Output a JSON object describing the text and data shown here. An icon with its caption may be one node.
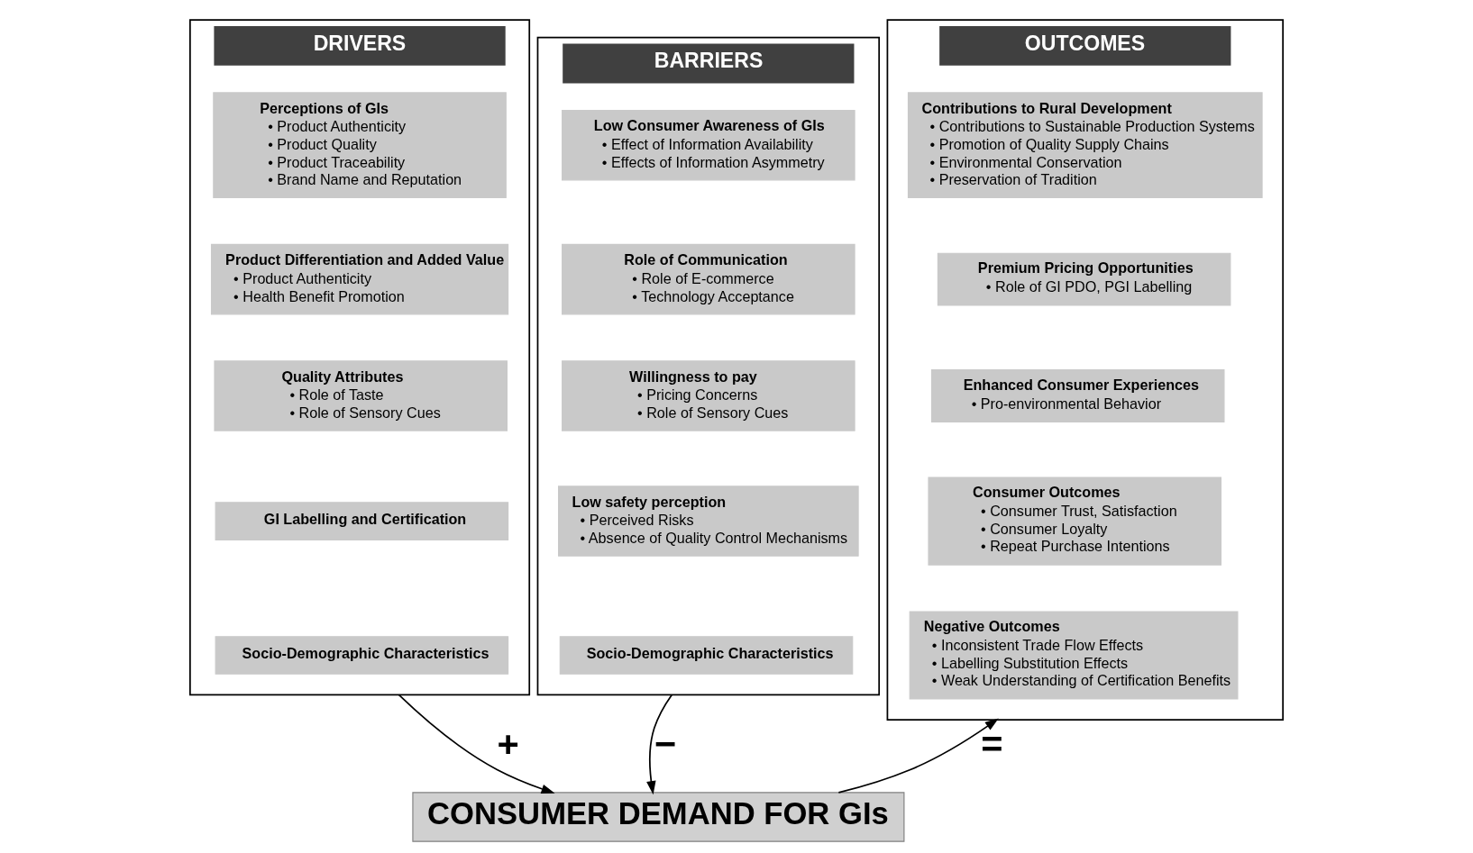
{
  "diagram": {
    "nodes": [
      {
        "text": [
          "DRIVERS"
        ]
      },
      {
        "text": [
          "Perceptions of GIs",
          "• Product Authenticity",
          "• Product Quality",
          "• Product Traceability",
          "• Brand Name and Reputation"
        ],
        "in": 0
      },
      {
        "text": [
          "Product Differentiation and Added Value",
          "• Product Authenticity",
          "• Health Benefit Promotion"
        ],
        "in": 0
      },
      {
        "text": [
          "Quality Attributes",
          "• Role of Taste",
          "• Role of Sensory Cues"
        ],
        "in": 0
      },
      {
        "text": [
          "GI Labelling and Certification"
        ],
        "in": 0
      },
      {
        "text": [
          "Socio-Demographic Characteristics"
        ],
        "in": 0
      },
      {
        "text": [
          "BARRIERS"
        ]
      },
      {
        "text": [
          "Low Consumer Awareness of GIs",
          "• Effect of Information Availability",
          "• Effects of Information Asymmetry"
        ],
        "in": 6
      },
      {
        "text": [
          "Role of Communication",
          "• Role of E-commerce",
          "• Technology Acceptance"
        ],
        "in": 6
      },
      {
        "text": [
          "Willingness to pay",
          "• Pricing Concerns",
          "• Role of Sensory Cues"
        ],
        "in": 6
      },
      {
        "text": [
          "Low safety perception",
          "• Perceived Risks",
          "• Absence of Quality Control Mechanisms"
        ],
        "in": 6
      },
      {
        "text": [
          "Socio-Demographic Characteristics"
        ],
        "in": 6
      },
      {
        "text": [
          "OUTCOMES"
        ]
      },
      {
        "text": [
          "Contributions to Rural Development",
          "• Contributions to Sustainable Production Systems",
          "• Promotion of Quality Supply Chains",
          "• Environmental Conservation",
          "• Preservation of Tradition"
        ],
        "in": 12
      },
      {
        "text": [
          "Premium Pricing Opportunities",
          "• Role of GI PDO, PGI Labelling"
        ],
        "in": 12
      },
      {
        "text": [
          "Enhanced Consumer Experiences",
          "• Pro-environmental Behavior"
        ],
        "in": 12
      },
      {
        "text": [
          "Consumer Outcomes",
          "• Consumer Trust, Satisfaction",
          "• Consumer Loyalty",
          "• Repeat Purchase Intentions"
        ],
        "in": 12
      },
      {
        "text": [
          "Negative Outcomes",
          "• Inconsistent Trade Flow Effects",
          "• Labelling Substitution Effects",
          "• Weak Understanding of Certification Benefits"
        ],
        "in": 12
      },
      {
        "text": [
          "CONSUMER DEMAND FOR GIs"
        ]
      }
    ],
    "edges": [
      {
        "from": 0,
        "to": 18,
        "arrow": "to",
        "label": "+"
      },
      {
        "from": 6,
        "to": 18,
        "arrow": "to",
        "label": "−"
      },
      {
        "from": 18,
        "to": 12,
        "arrow": "to",
        "label": "="
      }
    ]
  }
}
